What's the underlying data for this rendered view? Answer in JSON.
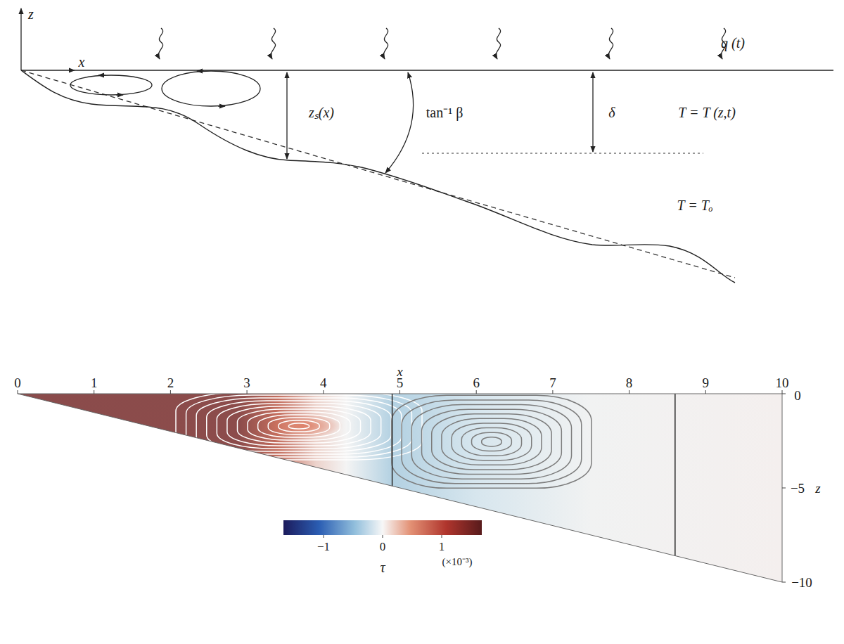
{
  "diagram": {
    "labels": [
      "z",
      "x",
      "q (t)",
      "zₛ(x)",
      "tan⁻¹ β",
      "δ",
      "T = T (z,t)",
      "T = Tₒ",
      "0",
      "1",
      "2",
      "3",
      "4",
      "5",
      "6",
      "7",
      "8",
      "9",
      "10",
      "x",
      "0",
      "−5",
      "−10",
      "z",
      "−1",
      "0",
      "1",
      "(×10⁻³)",
      "τ"
    ]
  }
}
